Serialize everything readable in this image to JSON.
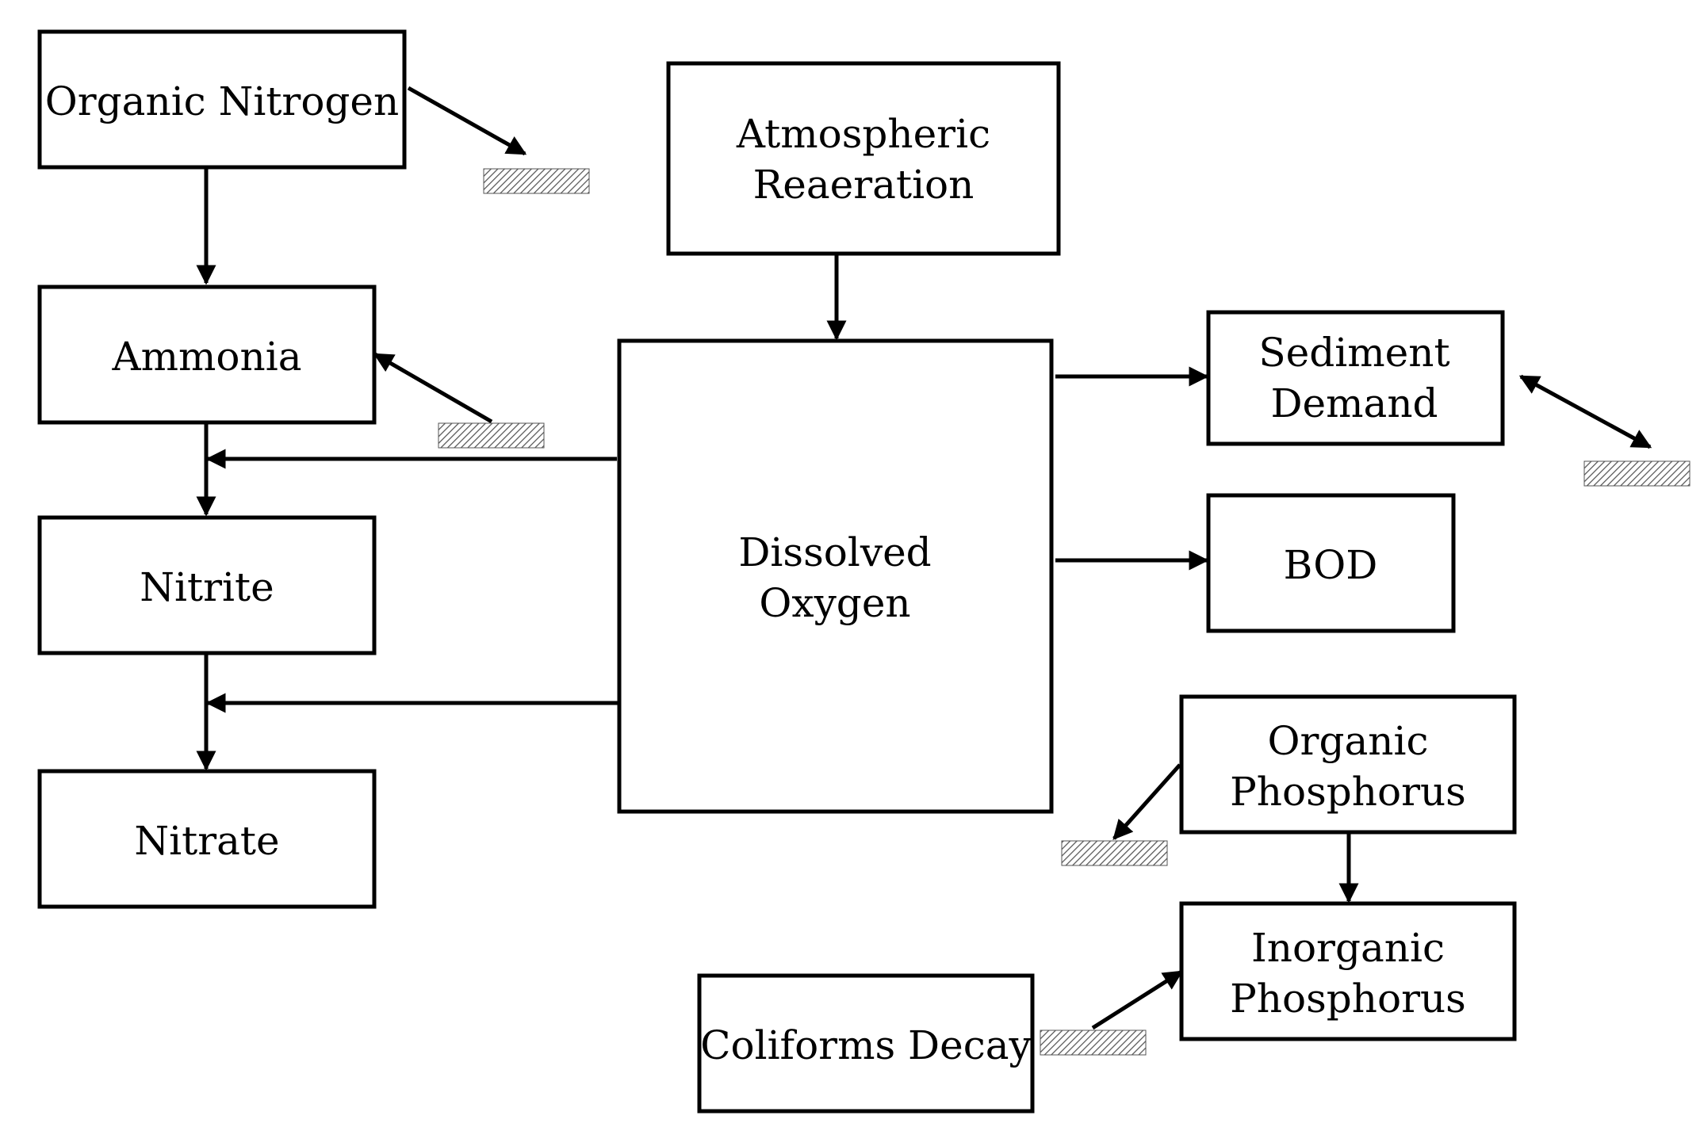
{
  "nodes": {
    "organic_nitrogen": {
      "lines": [
        "Organic Nitrogen"
      ]
    },
    "ammonia": {
      "lines": [
        "Ammonia"
      ]
    },
    "nitrite": {
      "lines": [
        "Nitrite"
      ]
    },
    "nitrate": {
      "lines": [
        "Nitrate"
      ]
    },
    "atmospheric_reaeration": {
      "lines": [
        "Atmospheric",
        "Reaeration"
      ]
    },
    "dissolved_oxygen": {
      "lines": [
        "Dissolved",
        "Oxygen"
      ]
    },
    "sediment_demand": {
      "lines": [
        "Sediment",
        "Demand"
      ]
    },
    "bod": {
      "lines": [
        "BOD"
      ]
    },
    "organic_phosphorus": {
      "lines": [
        "Organic",
        "Phosphorus"
      ]
    },
    "inorganic_phosphorus": {
      "lines": [
        "Inorganic",
        "Phosphorus"
      ]
    },
    "coliforms_decay": {
      "lines": [
        "Coliforms Decay"
      ]
    }
  },
  "edges": [
    {
      "from": "organic_nitrogen",
      "to": "ammonia"
    },
    {
      "from": "ammonia",
      "to": "nitrite"
    },
    {
      "from": "nitrite",
      "to": "nitrate"
    },
    {
      "from": "atmospheric_reaeration",
      "to": "dissolved_oxygen"
    },
    {
      "from": "dissolved_oxygen",
      "to": "ammonia"
    },
    {
      "from": "dissolved_oxygen",
      "to": "nitrite"
    },
    {
      "from": "dissolved_oxygen",
      "to": "sediment_demand"
    },
    {
      "from": "dissolved_oxygen",
      "to": "bod"
    },
    {
      "from": "organic_phosphorus",
      "to": "inorganic_phosphorus"
    },
    {
      "from": "organic_nitrogen",
      "to": "sediment"
    },
    {
      "from": "sediment",
      "to": "ammonia"
    },
    {
      "from": "sediment_demand",
      "to": "sediment",
      "bidirectional": true
    },
    {
      "from": "organic_phosphorus",
      "to": "sediment"
    },
    {
      "from": "sediment",
      "to": "inorganic_phosphorus"
    }
  ],
  "colors": {
    "stroke": "#000000",
    "background": "#ffffff",
    "sediment_hatch": "#555555"
  }
}
